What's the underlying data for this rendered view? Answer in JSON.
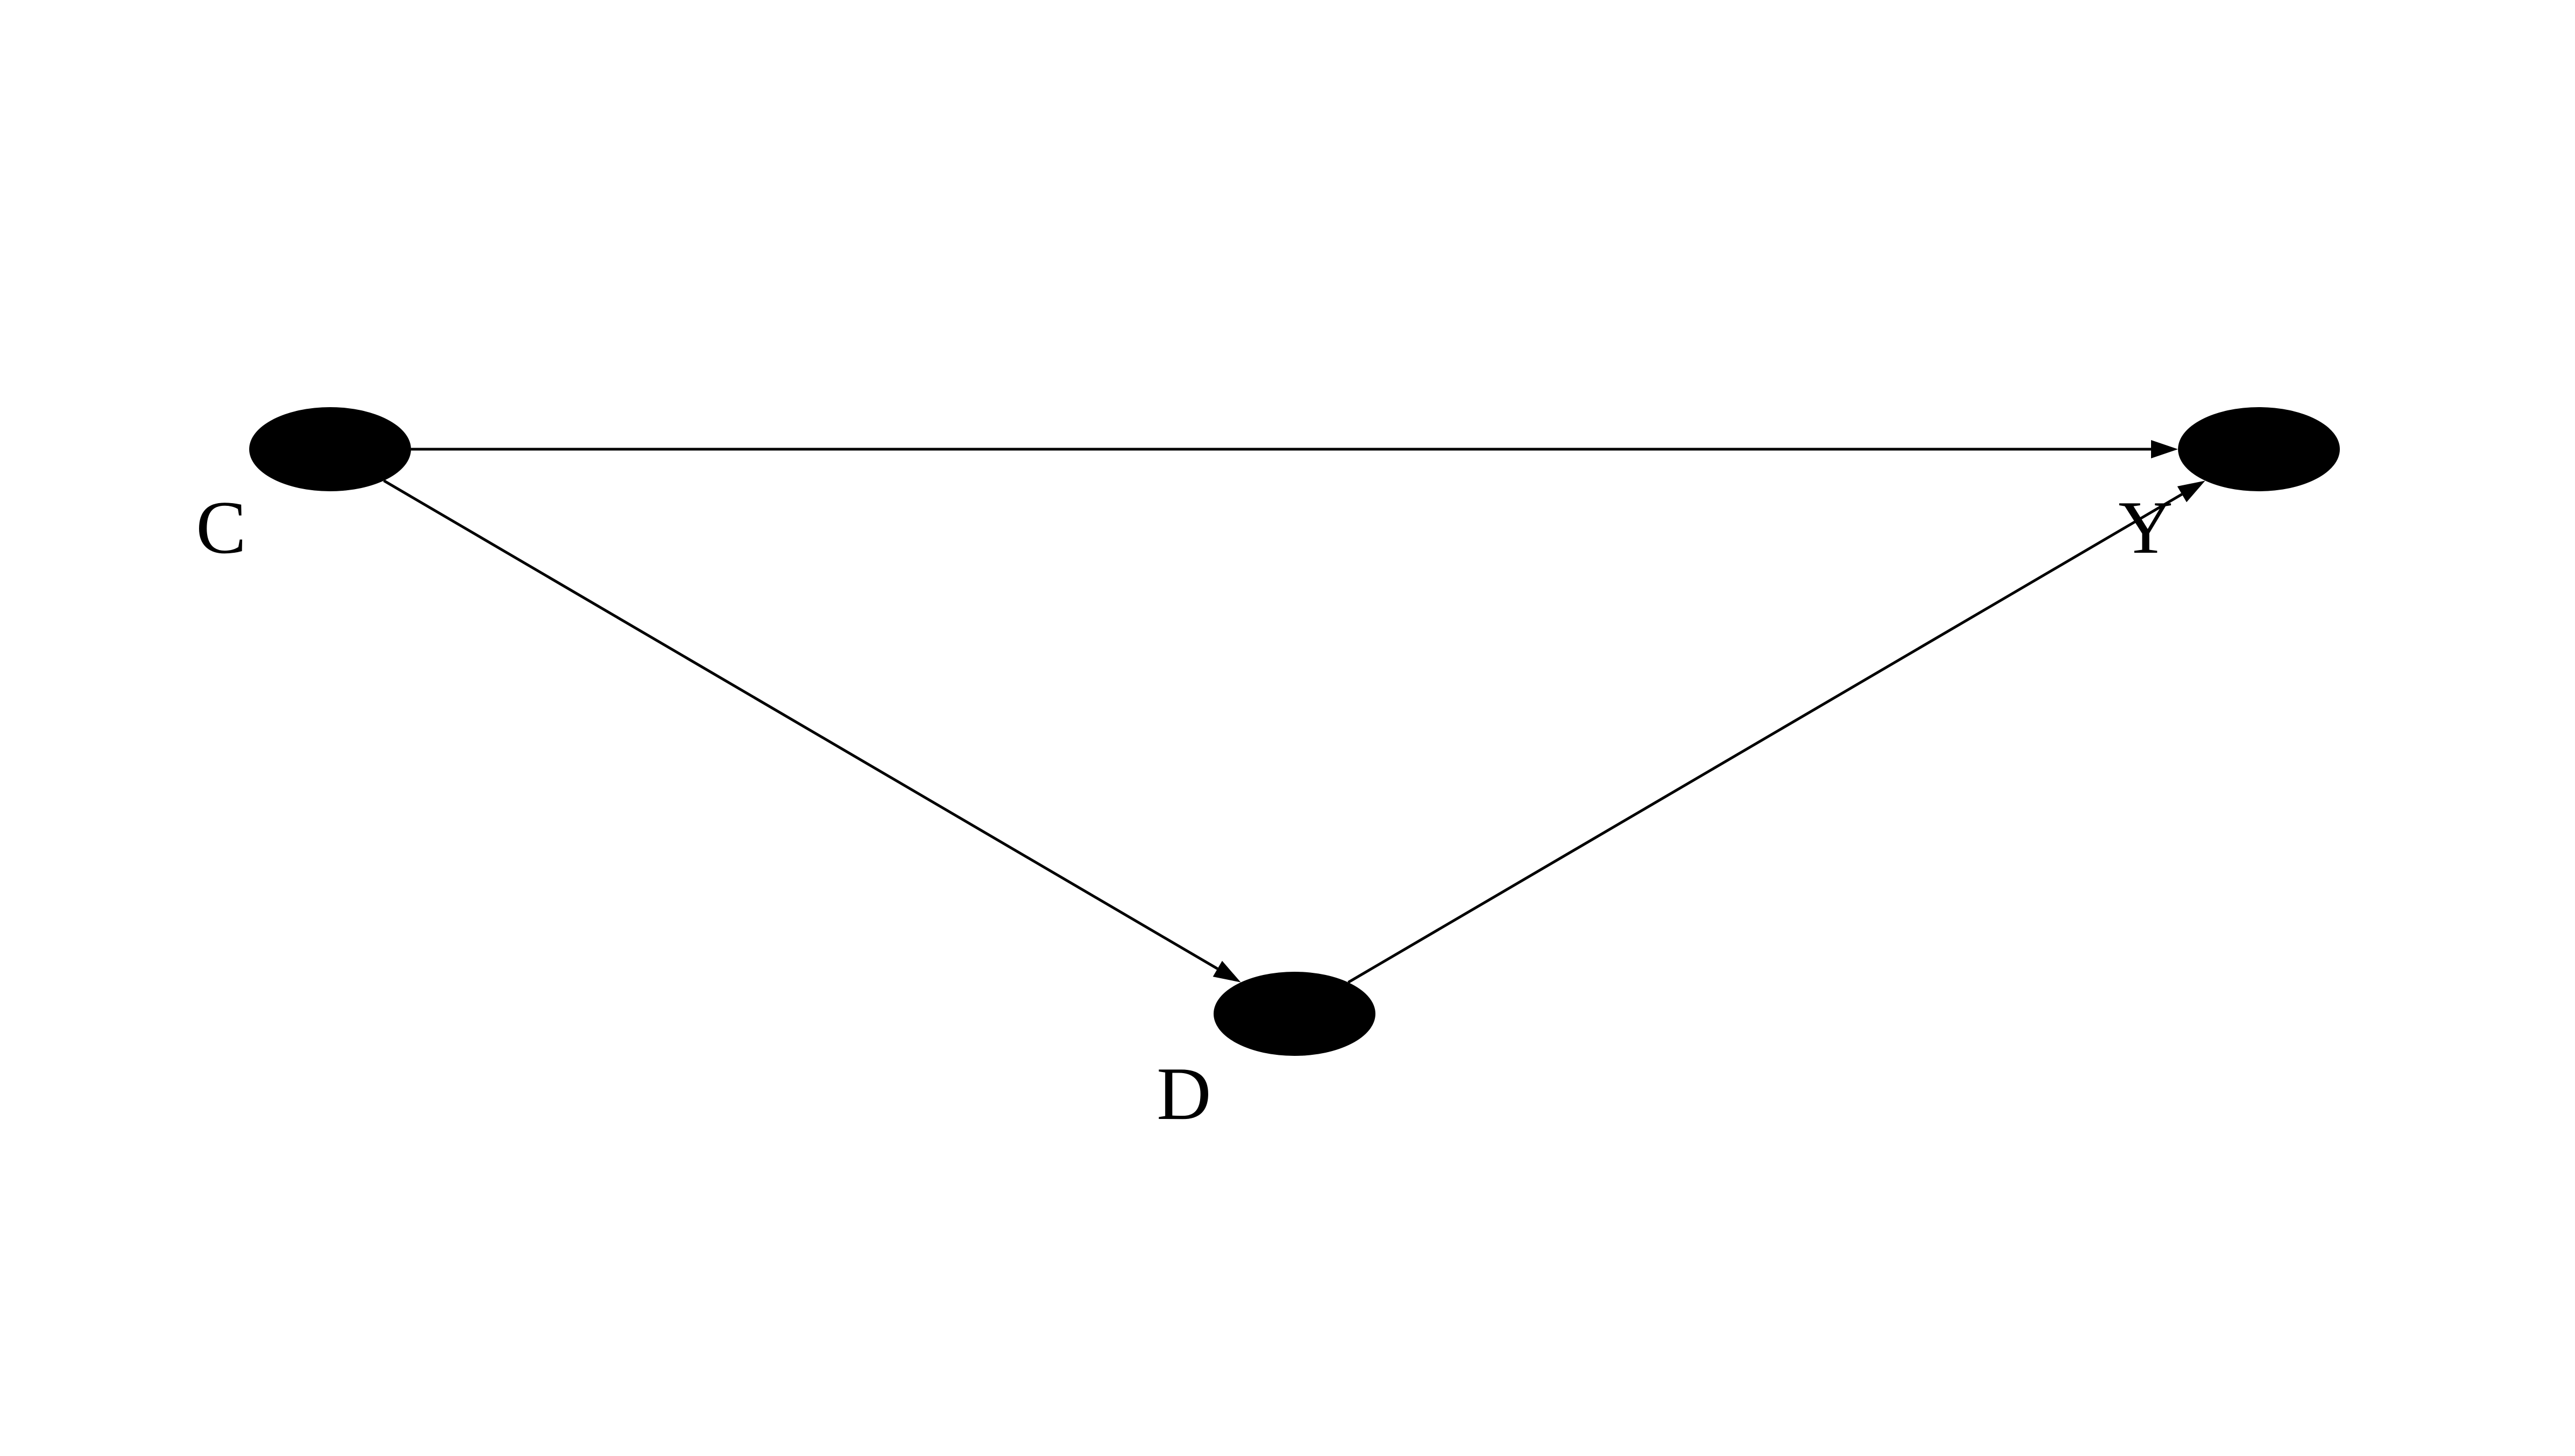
{
  "diagram": {
    "type": "directed-acyclic-graph",
    "colors": {
      "node": "#000000",
      "edge": "#000000",
      "background": "#ffffff"
    },
    "nodes": [
      {
        "id": "C",
        "label": "C"
      },
      {
        "id": "D",
        "label": "D"
      },
      {
        "id": "Y",
        "label": "Y"
      }
    ],
    "edges": [
      {
        "from": "C",
        "to": "Y"
      },
      {
        "from": "C",
        "to": "D"
      },
      {
        "from": "D",
        "to": "Y"
      }
    ]
  }
}
